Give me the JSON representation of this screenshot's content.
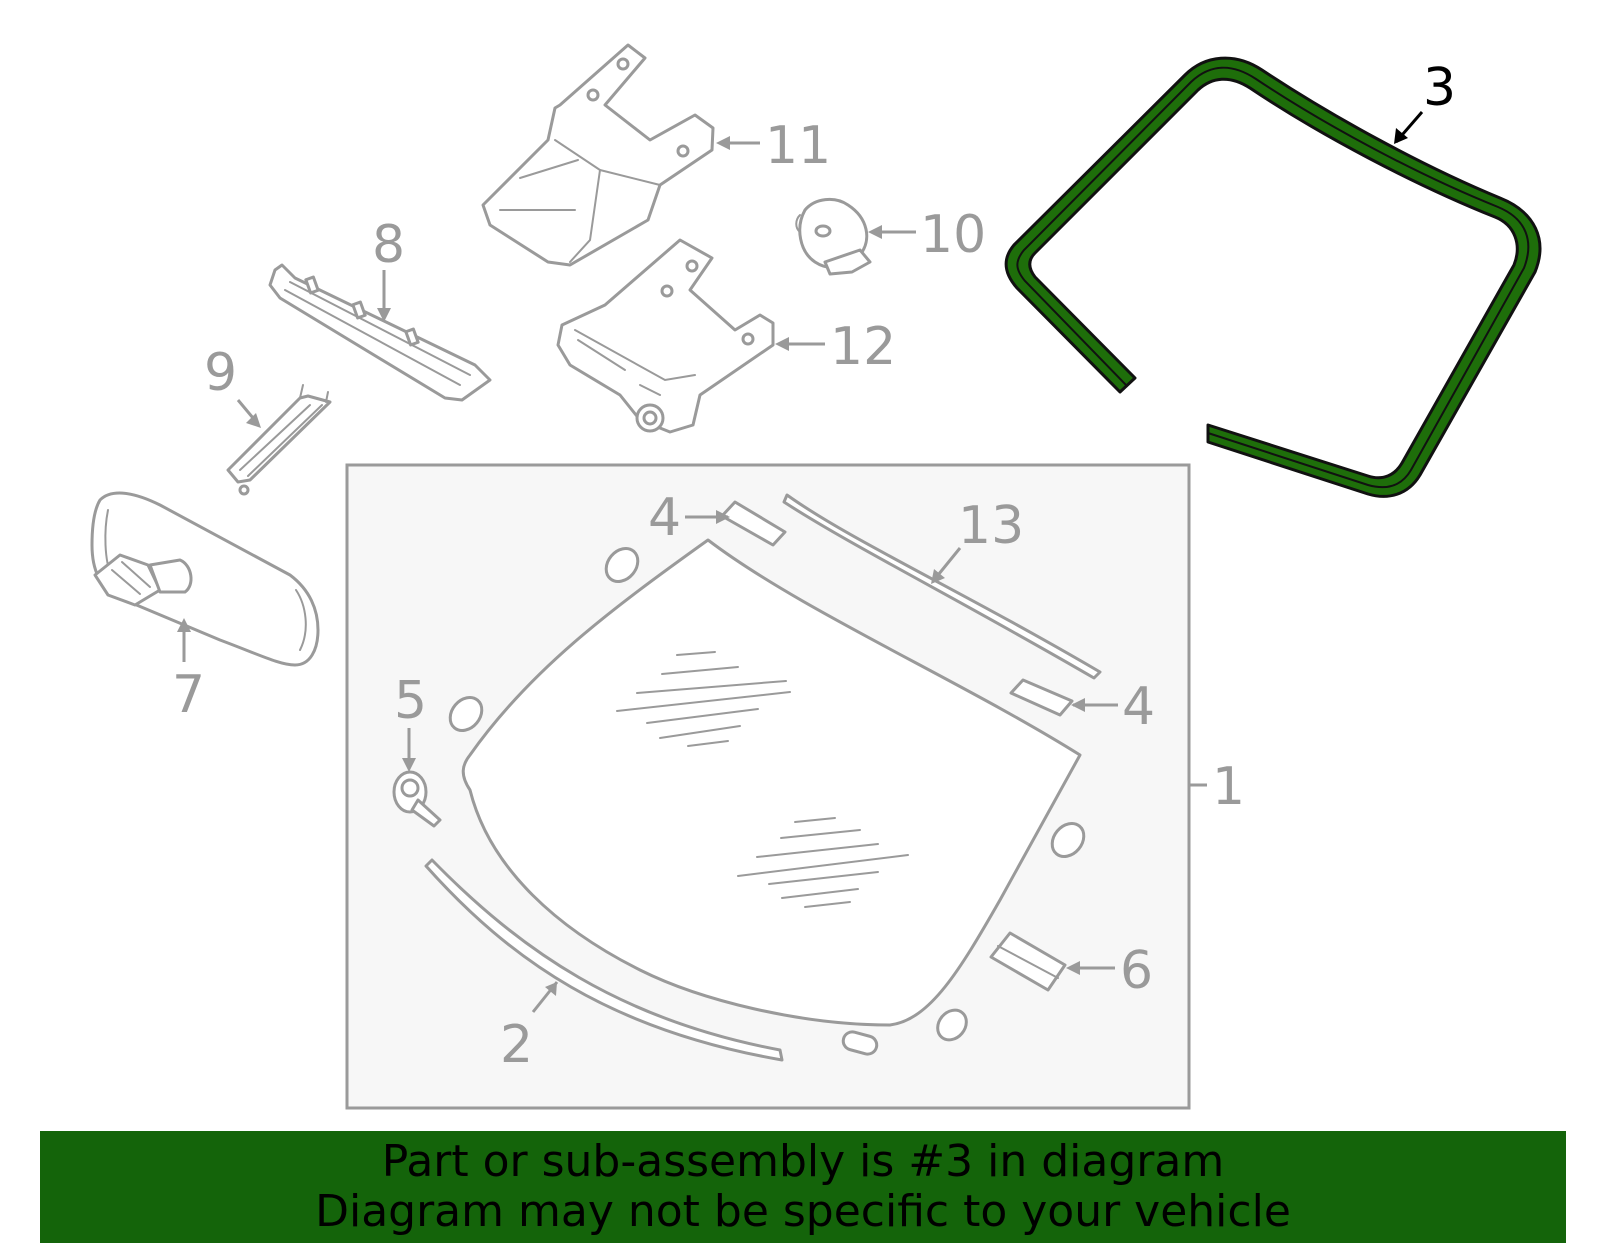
{
  "callouts": [
    {
      "id": "1",
      "label": "1",
      "highlighted": false
    },
    {
      "id": "2",
      "label": "2",
      "highlighted": false
    },
    {
      "id": "3",
      "label": "3",
      "highlighted": true
    },
    {
      "id": "4a",
      "label": "4",
      "highlighted": false
    },
    {
      "id": "4b",
      "label": "4",
      "highlighted": false
    },
    {
      "id": "5",
      "label": "5",
      "highlighted": false
    },
    {
      "id": "6",
      "label": "6",
      "highlighted": false
    },
    {
      "id": "7",
      "label": "7",
      "highlighted": false
    },
    {
      "id": "8",
      "label": "8",
      "highlighted": false
    },
    {
      "id": "9",
      "label": "9",
      "highlighted": false
    },
    {
      "id": "10",
      "label": "10",
      "highlighted": false
    },
    {
      "id": "11",
      "label": "11",
      "highlighted": false
    },
    {
      "id": "12",
      "label": "12",
      "highlighted": false
    },
    {
      "id": "13",
      "label": "13",
      "highlighted": false
    }
  ],
  "banner": {
    "line1": "Part or sub-assembly is #3 in diagram",
    "line2": "Diagram may not be specific to your vehicle"
  },
  "colors": {
    "highlight_fill": "#1e6e0a",
    "banner_bg": "#14640a",
    "part_stroke": "#9a9a9a",
    "panel_bg": "#f7f7f7"
  }
}
